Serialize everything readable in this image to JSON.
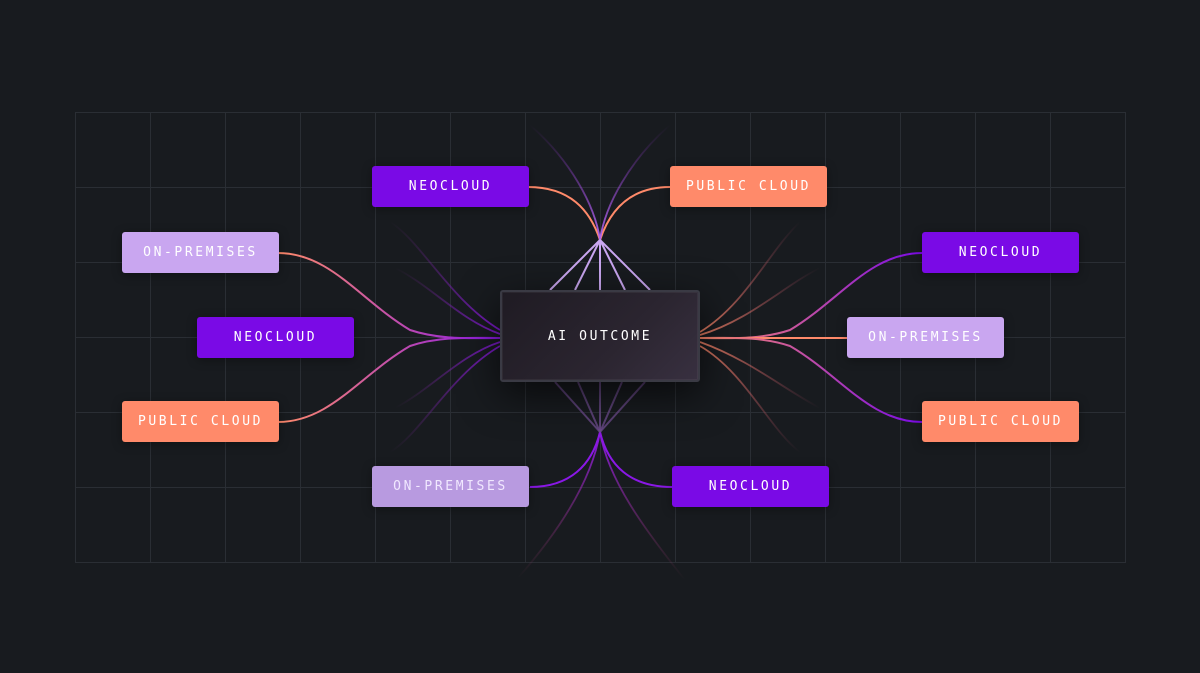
{
  "center": {
    "label": "AI OUTCOME"
  },
  "nodes": {
    "top_left": {
      "label": "NEOCLOUD",
      "color": "#7a0ae6"
    },
    "top_right": {
      "label": "PUBLIC CLOUD",
      "color": "#ff8a6a"
    },
    "left_top": {
      "label": "ON-PREMISES",
      "color": "#c9a6f0"
    },
    "left_middle": {
      "label": "NEOCLOUD",
      "color": "#7a0ae6"
    },
    "left_bottom": {
      "label": "PUBLIC CLOUD",
      "color": "#ff8a6a"
    },
    "right_top": {
      "label": "NEOCLOUD",
      "color": "#7a0ae6"
    },
    "right_middle": {
      "label": "ON-PREMISES",
      "color": "#c9a6f0"
    },
    "right_bottom": {
      "label": "PUBLIC CLOUD",
      "color": "#ff8a6a"
    },
    "bottom_left": {
      "label": "ON-PREMISES",
      "color": "#b89ae0"
    },
    "bottom_right": {
      "label": "NEOCLOUD",
      "color": "#7a0ae6"
    }
  },
  "colors": {
    "background": "#181b1f",
    "grid": "#2a2e34",
    "purple": "#7a0ae6",
    "peach": "#ff8a6a",
    "lavender": "#c9a6f0"
  }
}
